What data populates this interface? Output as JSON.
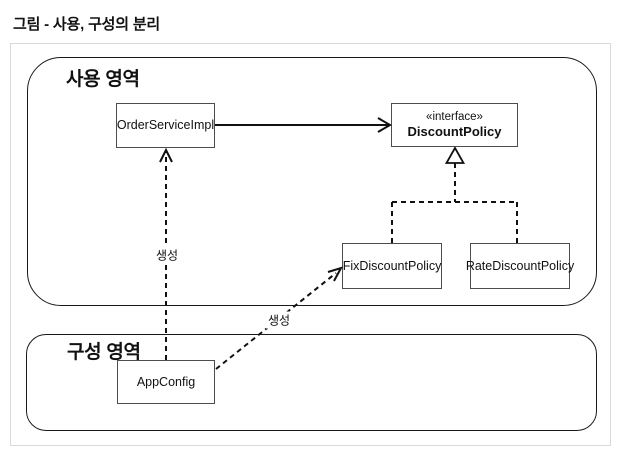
{
  "page": {
    "title": "그림 - 사용, 구성의 분리"
  },
  "regions": {
    "usage": {
      "label": "사용 영역"
    },
    "config": {
      "label": "구성 영역"
    }
  },
  "nodes": {
    "order_service": {
      "label": "OrderServiceImpl"
    },
    "discount_policy": {
      "stereotype": "«interface»",
      "label": "DiscountPolicy"
    },
    "fix_discount": {
      "label": "FixDiscountPolicy"
    },
    "rate_discount": {
      "label": "RateDiscountPolicy"
    },
    "app_config": {
      "label": "AppConfig"
    }
  },
  "edges": {
    "app_config_to_order_service": {
      "label": "생성",
      "style": "dashed-arrow"
    },
    "app_config_to_fix_discount": {
      "label": "생성",
      "style": "dashed-arrow"
    },
    "order_service_to_discount_policy": {
      "style": "solid-arrow"
    },
    "implementations_to_discount_policy": {
      "style": "dashed-hollow-triangle"
    }
  },
  "colors": {
    "background": "#ffffff",
    "outer_frame_border": "#d9d9d9",
    "region_border": "#1a1a1a",
    "class_box_border": "#4d4d4d",
    "line": "#111111",
    "text": "#111111"
  }
}
